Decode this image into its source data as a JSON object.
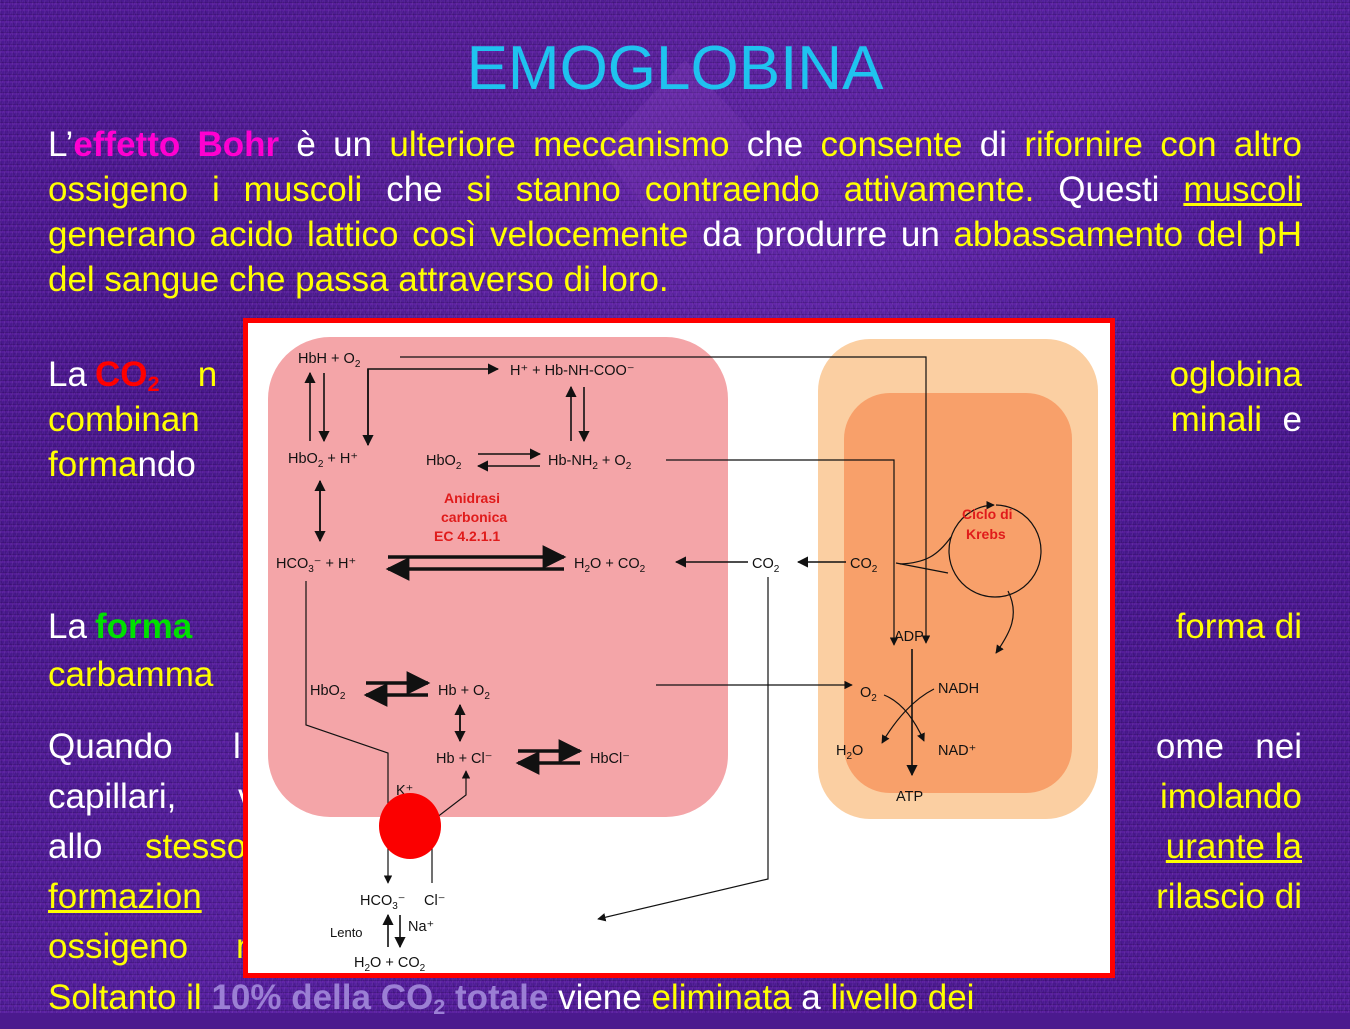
{
  "slide": {
    "title": "EMOGLOBINA",
    "title_color": "#1fc3ef",
    "background_color": "#4a1a8c",
    "highlight_yellow": "#ffff00",
    "highlight_magenta": "#ff00d0",
    "highlight_red": "#ff0000",
    "highlight_green": "#00e000",
    "highlight_lavender": "#9b7fd4"
  },
  "paragraphs": {
    "p1": {
      "line1_a": "L’",
      "line1_b": "effetto Bohr",
      "line1_c": " è un ",
      "line1_d": "ulteriore meccanismo",
      "line1_e": " che ",
      "line1_f": "consente",
      "line1_g": " di ",
      "line1_h": "rifornire con altro ossigeno i muscoli",
      "line1_i": " che ",
      "line1_j": "si stanno contraendo attivamente.",
      "line1_k": " Questi ",
      "line1_l": "muscoli",
      "line1_m": " generano ",
      "line1_n": "acido lattico",
      "line1_o": " così ",
      "line1_p": "velocemente",
      "line1_q": " da produrre un ",
      "line1_r": "abbassamento del pH del sangue",
      "line1_s": " che passa attraverso di loro."
    },
    "p2": {
      "a": "La ",
      "b": "CO",
      "b_sub": "2",
      "c": " n",
      "d": "oglobina",
      "e": "combinan",
      "f": "minali",
      "g": " e",
      "h": "formando"
    },
    "p3": {
      "a": "La ",
      "b": "forma",
      "c": " forma di",
      "d": "carbamma"
    },
    "p4": {
      "l1_a": "Quando ",
      "l1_b": "l",
      "l1_c": "ome",
      "l1_d": " nei",
      "l2_a": "capillari, ",
      "l2_b": "v",
      "l2_c": "imolando",
      "l3_a": "allo ",
      "l3_b": "stesso",
      "l3_c": "urante la",
      "l4_a": "formazion",
      "l4_b": "rilascio di",
      "l5_a": "ossigeno ",
      "l5_b": "n"
    },
    "p5": {
      "a": "Soltanto il ",
      "b": "10% della CO",
      "b_sub": "2",
      "c": " totale",
      "d": " viene ",
      "e": "eliminata",
      "f": " a ",
      "g": "livello dei"
    }
  },
  "figure": {
    "border_color": "#ff0000",
    "background": "#ffffff",
    "erythrocyte_fill": "#f4a5a8",
    "cell_outer_fill": "#fbcfa2",
    "cell_inner_fill": "#f8a06a",
    "red_dot_color": "#fb0000",
    "labels": {
      "hbh_o2": "HbH + O",
      "hbh_o2_sub": "2",
      "h_hb_nh_coo": "H⁺ + Hb-NH-COO⁻",
      "hbo2_h": "HbO",
      "hbo2_h_sub": "2",
      "hbo2_h_tail": " + H⁺",
      "hbo2_mid": "HbO",
      "hbo2_mid_sub": "2",
      "hb_nh2_o2": "Hb-NH",
      "hb_nh2_o2_sub1": "2",
      "hb_nh2_o2_mid": " + O",
      "hb_nh2_o2_sub2": "2",
      "anidrasi_l1": "Anidrasi",
      "anidrasi_l2": "carbonica",
      "anidrasi_l3": "EC 4.2.1.1",
      "hco3_h": "HCO",
      "hco3_h_sub": "3",
      "hco3_h_tail": "⁻ + H⁺",
      "h2o_co2_mid": "H",
      "h2o_co2_mid_sub1": "2",
      "h2o_co2_mid_a": "O + CO",
      "h2o_co2_mid_sub2": "2",
      "co2_gap": "CO",
      "co2_gap_sub": "2",
      "co2_cell": "CO",
      "co2_cell_sub": "2",
      "ciclo_l1": "Ciclo di",
      "ciclo_l2": "Krebs",
      "adp": "ADP",
      "nadh": "NADH",
      "o2_cell": "O",
      "o2_cell_sub": "2",
      "h2o_cell": "H",
      "h2o_cell_sub": "2",
      "h2o_cell_tail": "O",
      "nad_plus": "NAD⁺",
      "atp": "ATP",
      "hbo2_low": "HbO",
      "hbo2_low_sub": "2",
      "hb_o2_low": "Hb + O",
      "hb_o2_low_sub": "2",
      "hb_cl": "Hb + Cl⁻",
      "hbcl": "HbCl⁻",
      "k_plus": "K⁺",
      "hco3_bottom": "HCO",
      "hco3_bottom_sub": "3",
      "hco3_bottom_tail": "⁻",
      "cl_bottom": "Cl⁻",
      "lento": "Lento",
      "na_plus": "Na⁺",
      "h2o_co2_bottom": "H",
      "h2o_co2_bottom_sub1": "2",
      "h2o_co2_bottom_a": "O + CO",
      "h2o_co2_bottom_sub2": "2"
    }
  }
}
